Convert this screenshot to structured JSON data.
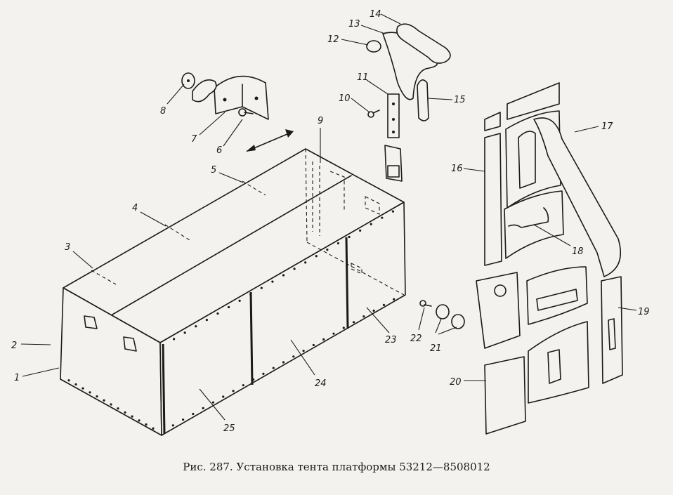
{
  "caption": "Рис. 287. Установка тента платформы 53212—8508012",
  "callouts": {
    "c1": "1",
    "c2": "2",
    "c3": "3",
    "c4": "4",
    "c5": "5",
    "c6": "6",
    "c7": "7",
    "c8": "8",
    "c9": "9",
    "c10": "10",
    "c11": "11",
    "c12": "12",
    "c13": "13",
    "c14": "14",
    "c15": "15",
    "c16": "16",
    "c17": "17",
    "c18": "18",
    "c19": "19",
    "c20": "20",
    "c21": "21",
    "c22": "22",
    "c23": "23",
    "c24": "24",
    "c25": "25"
  }
}
